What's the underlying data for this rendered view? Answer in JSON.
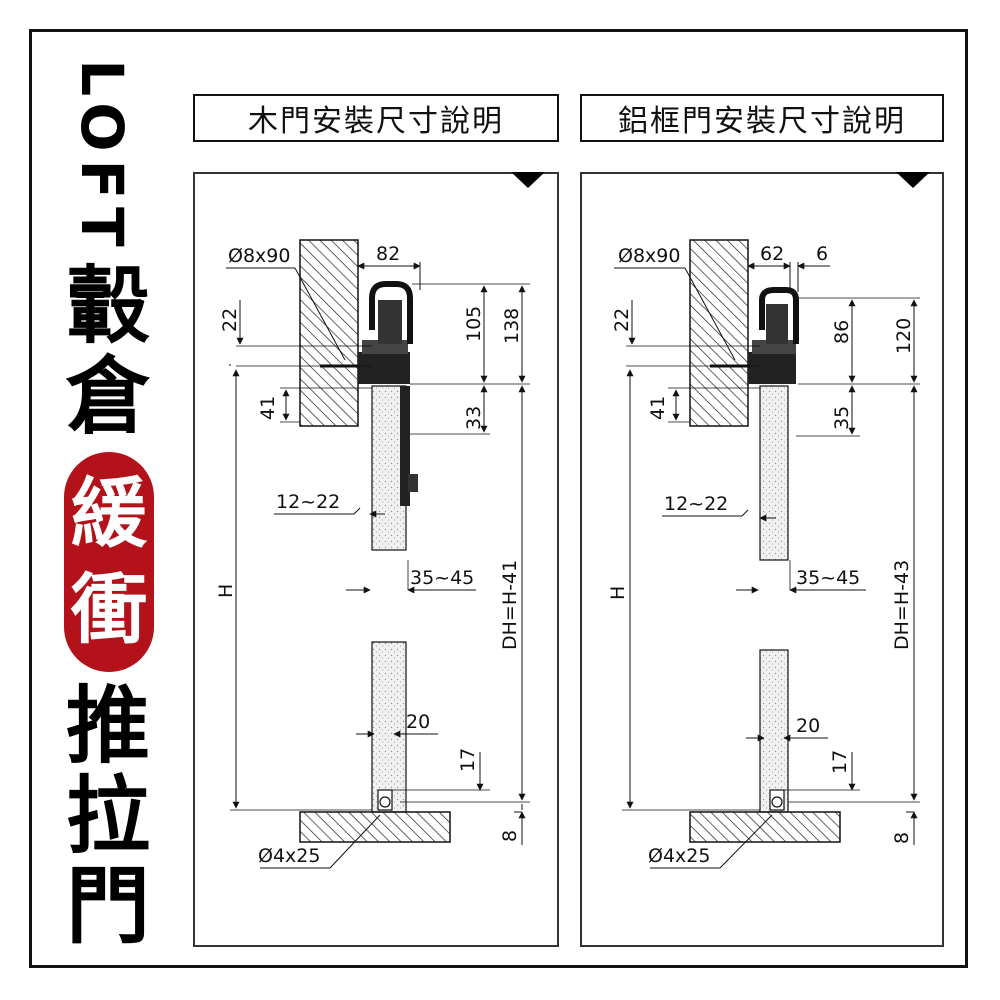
{
  "brand": {
    "en": "LOFT",
    "ch_top": [
      "轂",
      "倉"
    ],
    "ch_red": [
      "緩",
      "衝"
    ],
    "ch_bottom": [
      "推",
      "拉",
      "門"
    ],
    "accent": "#b3121a"
  },
  "panels": [
    {
      "title": "木門安裝尺寸說明",
      "labels": {
        "bolt": "Ø8x90",
        "w1": "82",
        "w2": "",
        "d105": "105",
        "d138": "138",
        "d22": "22",
        "d41": "41",
        "d33": "33",
        "gap": "12~22",
        "thick": "35~45",
        "H": "H",
        "DH": "DH=H-41",
        "d20": "20",
        "d17": "17",
        "d8": "8",
        "screw": "Ø4x25"
      }
    },
    {
      "title": "鋁框門安裝尺寸說明",
      "labels": {
        "bolt": "Ø8x90",
        "w1": "62",
        "w2": "6",
        "d105": "86",
        "d138": "120",
        "d22": "22",
        "d41": "41",
        "d33": "35",
        "gap": "12~22",
        "thick": "35~45",
        "H": "H",
        "DH": "DH=H-43",
        "d20": "20",
        "d17": "17",
        "d8": "8",
        "screw": "Ø4x25"
      }
    }
  ]
}
